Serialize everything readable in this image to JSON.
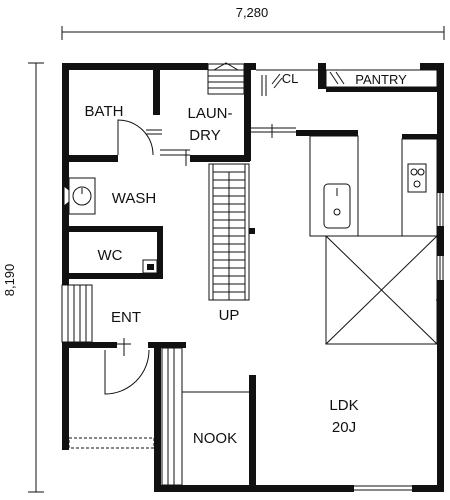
{
  "dimensions": {
    "width_label": "7,280",
    "height_label": "8,190"
  },
  "rooms": {
    "bath": "BATH",
    "laundry_line1": "LAUN-",
    "laundry_line2": "DRY",
    "cl": "CL",
    "pantry": "PANTRY",
    "wash": "WASH",
    "wc": "WC",
    "ent": "ENT",
    "up": "UP",
    "ldk_line1": "LDK",
    "ldk_line2": "20J",
    "nook": "NOOK"
  },
  "colors": {
    "wall": "#111111",
    "background": "#ffffff"
  }
}
